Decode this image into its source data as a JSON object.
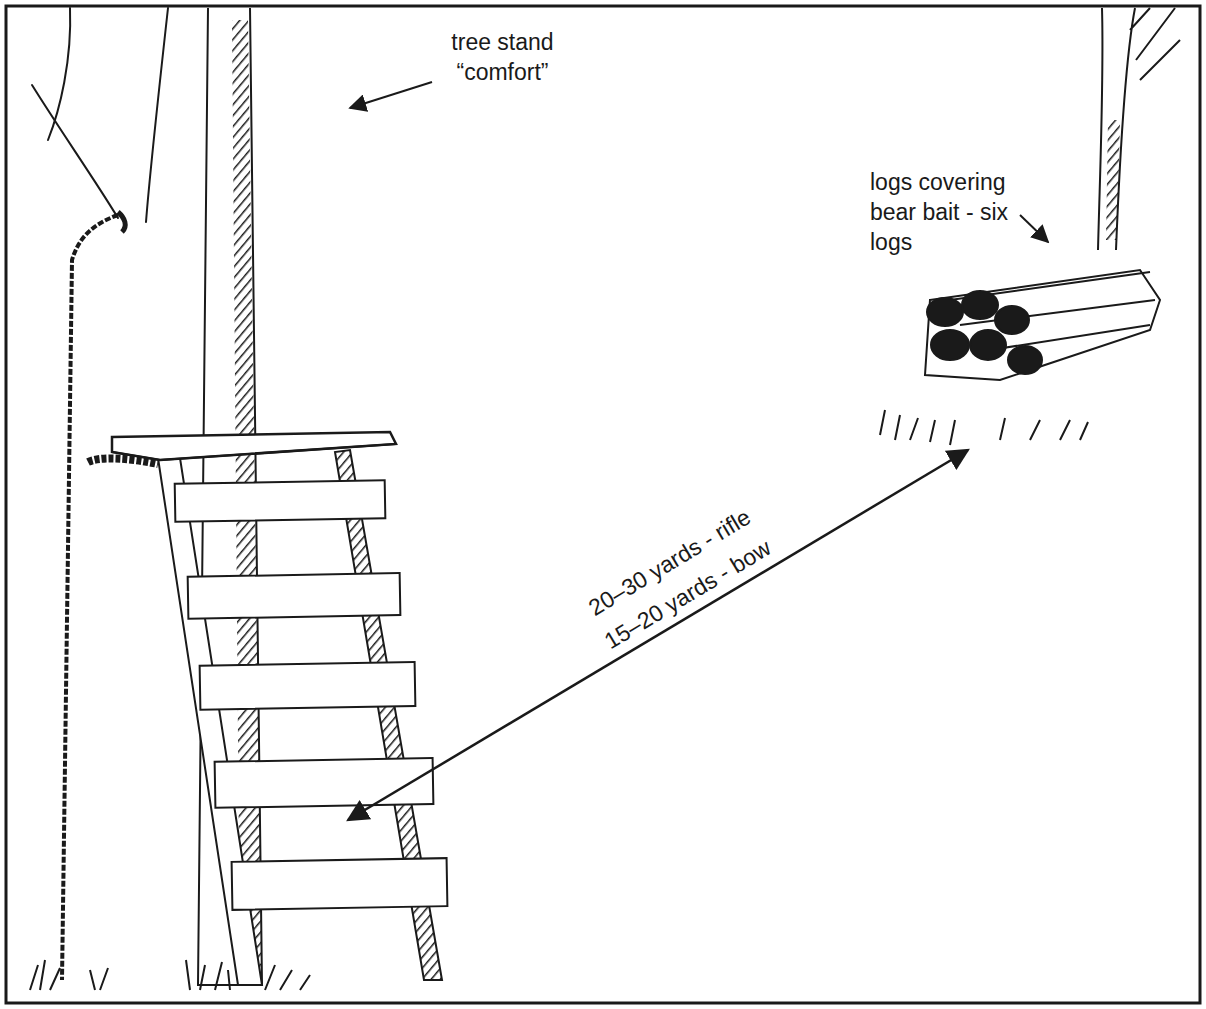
{
  "diagram": {
    "labels": [
      "tree stand “comfort”",
      "logs covering bear bait - six logs",
      "20–30 yards - rifle",
      "15–20 yards - bow"
    ]
  }
}
